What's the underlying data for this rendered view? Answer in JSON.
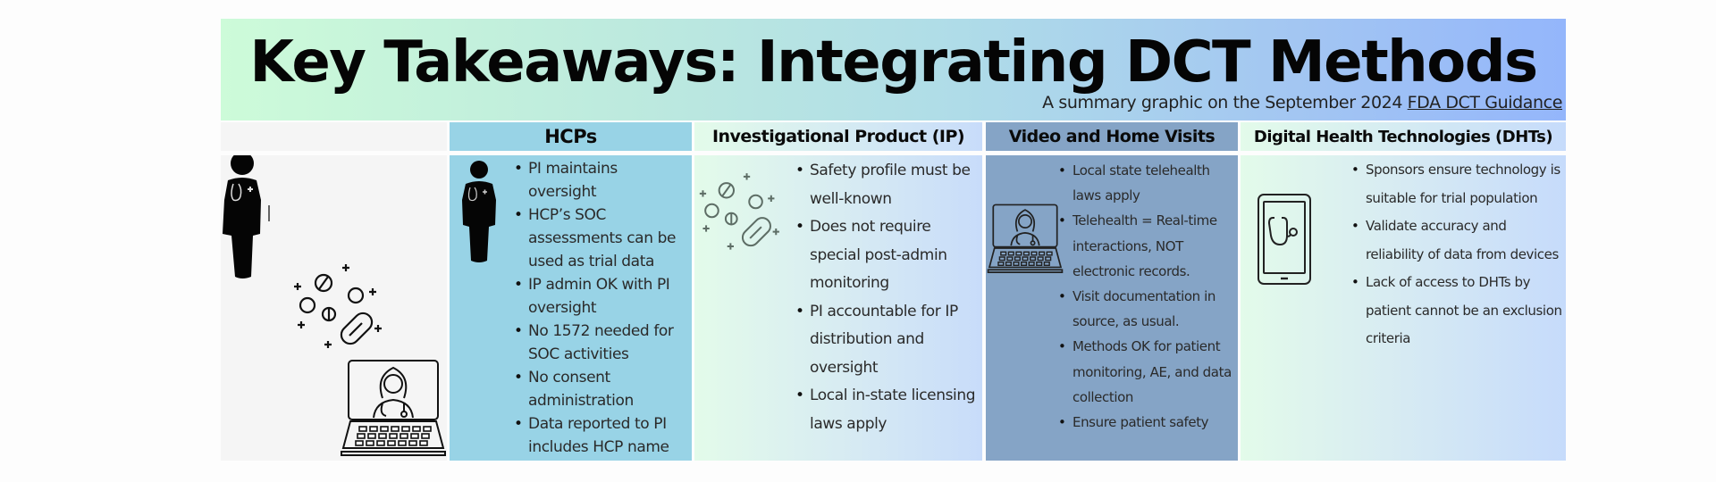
{
  "header": {
    "title": "Key Takeaways: Integrating DCT Methods",
    "subtitle_prefix": "A summary graphic on the September 2024 ",
    "subtitle_link": "FDA DCT Guidance"
  },
  "columns": [
    {
      "id": "icons",
      "label": "",
      "icons": [
        "doctor-silhouette-icon",
        "pills-icon",
        "telehealth-laptop-icon"
      ]
    },
    {
      "id": "hcps",
      "label": "HCPs",
      "icon": "doctor-silhouette-icon",
      "items": [
        "PI maintains oversight",
        "HCP’s SOC assessments can be used as trial data",
        "IP admin OK with PI oversight",
        "No 1572 needed for SOC activities",
        "No consent administration",
        "Data reported to PI includes HCP name"
      ]
    },
    {
      "id": "ip",
      "label": "Investigational Product (IP)",
      "icon": "pills-icon",
      "items": [
        "Safety profile must be well-known",
        "Does not require special post-admin monitoring",
        "PI accountable for IP distribution and oversight",
        "Local in-state licensing laws apply"
      ]
    },
    {
      "id": "video",
      "label": "Video and Home Visits",
      "icon": "telehealth-laptop-icon",
      "items": [
        "Local state telehealth laws apply",
        "Telehealth = Real-time interactions, NOT electronic records.",
        "Visit documentation in source, as usual.",
        "Methods OK for patient monitoring, AE, and data collection",
        "Ensure patient safety"
      ]
    },
    {
      "id": "dht",
      "label": "Digital Health Technologies (DHTs)",
      "icon": "tablet-stethoscope-icon",
      "items": [
        "Sponsors ensure technology is suitable for trial population",
        "Validate accuracy and reliability of data from devices",
        "Lack of access to DHTs by patient cannot be an exclusion criteria"
      ]
    }
  ],
  "colors": {
    "banner_start": "#cdfbd9",
    "banner_end": "#94b6fb",
    "hcp_bg": "#98d3e6",
    "video_bg": "#85a4c6",
    "icon_col_bg": "#f5f5f5"
  }
}
